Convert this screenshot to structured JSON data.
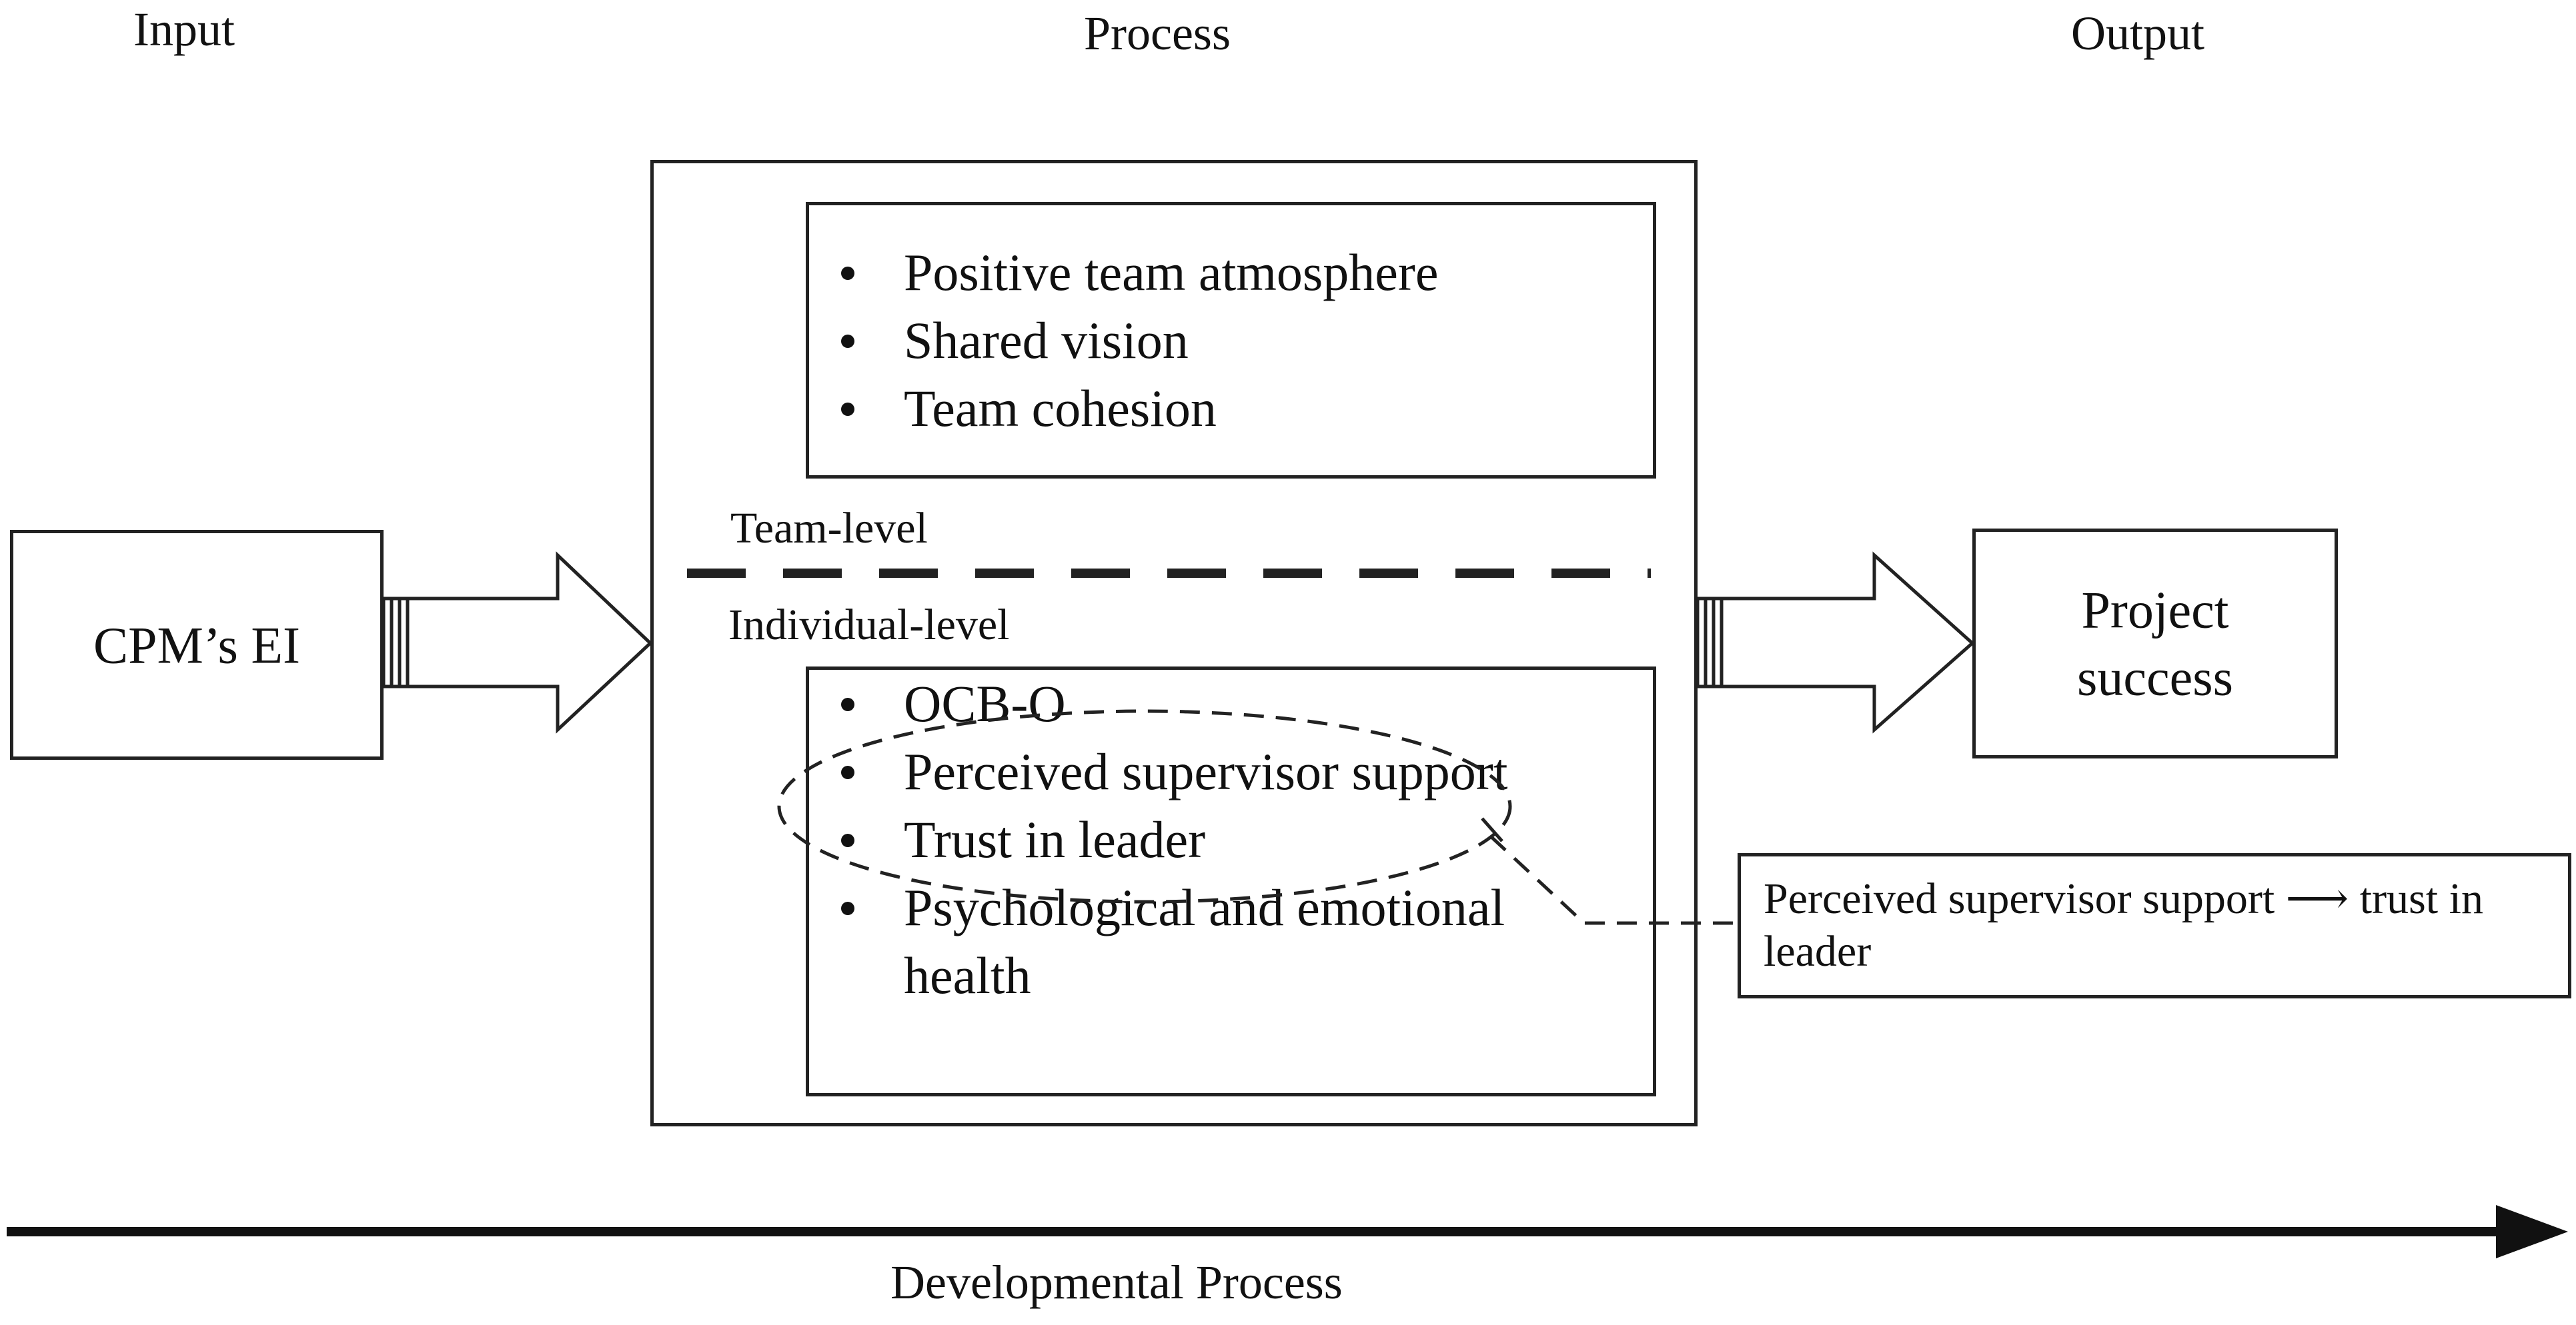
{
  "headers": {
    "input": "Input",
    "process": "Process",
    "output": "Output"
  },
  "input_box": {
    "label": "CPM’s EI"
  },
  "team_level": {
    "label": "Team-level",
    "items": [
      "Positive team atmosphere",
      "Shared vision",
      "Team cohesion"
    ]
  },
  "individual_level": {
    "label": "Individual-level",
    "items": [
      "OCB-O",
      "Perceived supervisor support",
      "Trust in leader",
      "Psychological and emotional health"
    ]
  },
  "output_box": {
    "label": "Project success"
  },
  "annotation": {
    "text": "Perceived supervisor support ⟶ trust in leader"
  },
  "timeline": {
    "label": "Developmental Process"
  },
  "colors": {
    "stroke": "#222222",
    "background": "#ffffff"
  }
}
